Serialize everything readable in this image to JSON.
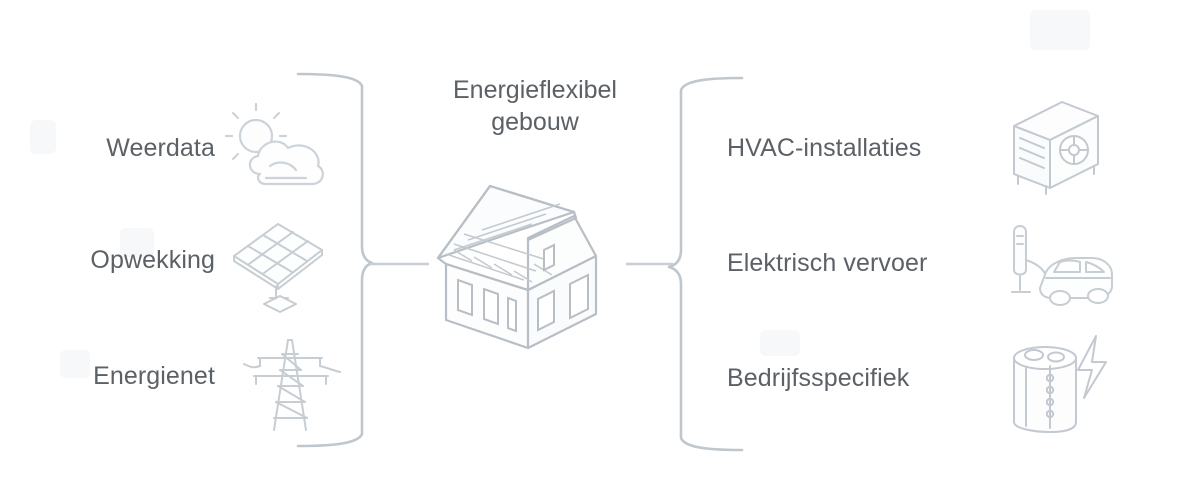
{
  "diagram": {
    "type": "concept-diagram",
    "language": "nl",
    "center": {
      "title": "Energieflexibel\ngebouw",
      "icon": "house-with-solar-panels-icon"
    },
    "inputs": {
      "side": "left",
      "brace": "curly-brace-right-pointing",
      "items": [
        {
          "label": "Weerdata",
          "icon": "sun-behind-cloud-icon"
        },
        {
          "label": "Opwekking",
          "icon": "solar-panel-array-icon"
        },
        {
          "label": "Energienet",
          "icon": "electricity-pylon-icon"
        }
      ]
    },
    "outputs": {
      "side": "right",
      "brace": "curly-brace-left-pointing",
      "items": [
        {
          "label": "HVAC-installaties",
          "icon": "hvac-unit-icon"
        },
        {
          "label": "Elektrisch vervoer",
          "icon": "electric-car-charging-icon"
        },
        {
          "label": "Bedrijfsspecifiek",
          "icon": "industrial-tank-lightning-icon"
        }
      ]
    },
    "colors": {
      "text": "#5b6166",
      "line": "#b9c0c6",
      "line_light": "#d7dce0",
      "icon_stroke": "#c4cbd1",
      "background": "#ffffff"
    }
  }
}
